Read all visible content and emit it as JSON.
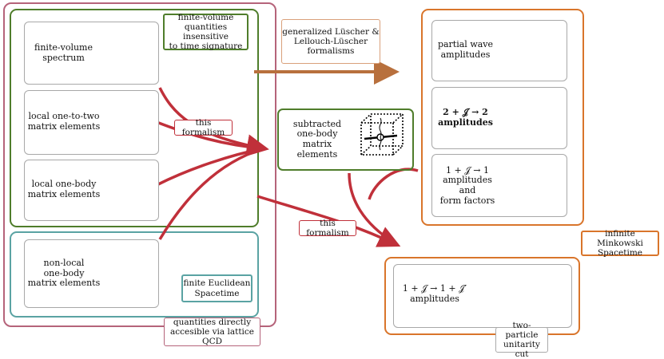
{
  "left_group": {
    "outer_caption": "quantities directly\naccesible via lattice QCD",
    "green_caption": "finite-volume\nquantities insensitive\nto time signature",
    "teal_caption": "finite Euclidean\nSpacetime",
    "cells": [
      {
        "label": "finite-volume\nspectrum"
      },
      {
        "label": "local one-to-two\nmatrix elements"
      },
      {
        "label": "local one-body\nmatrix elements"
      },
      {
        "label": "non-local\none-body\nmatrix elements"
      }
    ]
  },
  "middle": {
    "luscher_label": "generalized Lüscher &\nLellouch-Lüscher\nformalisms",
    "formalism_top": "this formalism",
    "formalism_bottom": "this formalism",
    "subtracted_label": "subtracted\none-body\nmatrix elements"
  },
  "right_group": {
    "cells": [
      {
        "label": "partial wave\namplitudes"
      },
      {
        "label": "2 + 𝒥 → 2\namplitudes"
      },
      {
        "label": "1 + 𝒥 → 1\namplitudes and\nform factors"
      }
    ],
    "minkowski_caption": "infinite Minkowski\nSpacetime"
  },
  "bottom_right": {
    "label": "1 + 𝒥 → 1 + 𝒥′\namplitudes",
    "cut_caption": "two-particle\nunitarity cut"
  },
  "colors": {
    "outer_pink": "#b5637a",
    "green": "#4f7d2b",
    "teal": "#5aa3a3",
    "orange": "#d9752b",
    "red_arrow": "#c0303a",
    "brown_arrow": "#b8703d",
    "luscher_border": "#d9a07a"
  }
}
